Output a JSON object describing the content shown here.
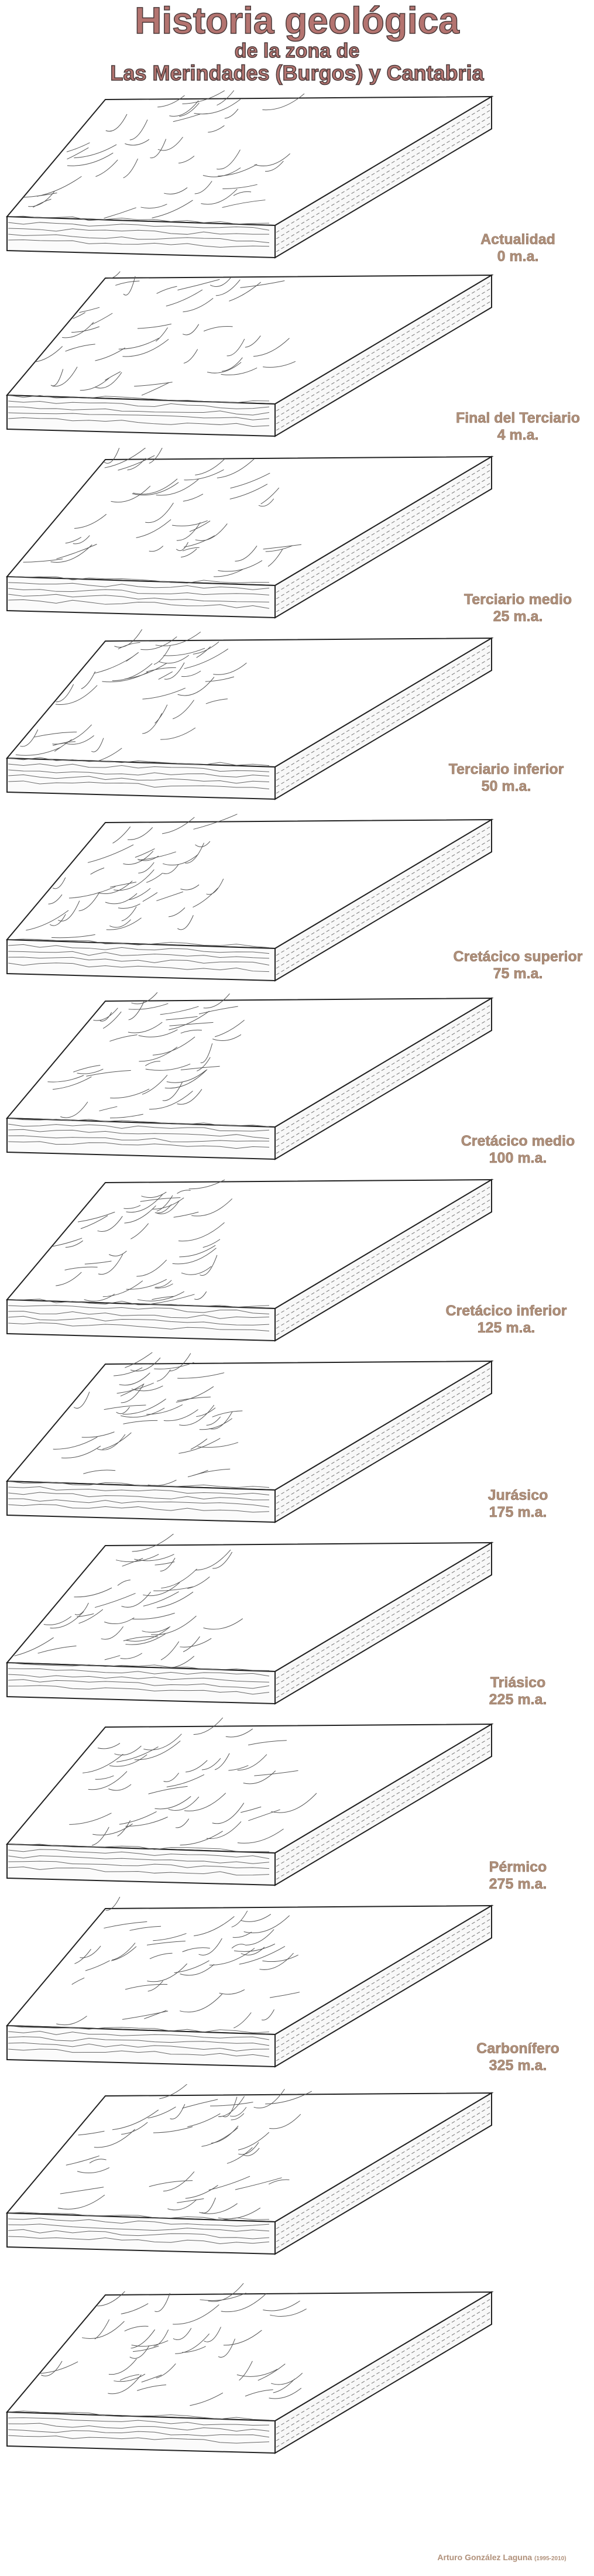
{
  "header": {
    "title": "Historia geológica",
    "subtitle_1": "de la zona de",
    "subtitle_2": "Las Merindades (Burgos) y Cantabria"
  },
  "stages": [
    {
      "name": "Actualidad",
      "age": "0 m.a."
    },
    {
      "name": "Final del Terciario",
      "age": "4 m.a."
    },
    {
      "name": "Terciario medio",
      "age": "25 m.a."
    },
    {
      "name": "Terciario inferior",
      "age": "50 m.a."
    },
    {
      "name": "Cretácico superior",
      "age": "75 m.a."
    },
    {
      "name": "Cretácico medio",
      "age": "100 m.a."
    },
    {
      "name": "Cretácico inferior",
      "age": "125 m.a."
    },
    {
      "name": "Jurásico",
      "age": "175 m.a."
    },
    {
      "name": "Triásico",
      "age": "225 m.a."
    },
    {
      "name": "Pérmico",
      "age": "275 m.a."
    },
    {
      "name": "Carbonífero",
      "age": "325 m.a."
    }
  ],
  "block_count": 13,
  "credit": {
    "author": "Arturo González Laguna",
    "years": "(1995-2010)"
  },
  "colors": {
    "title": "#b47470",
    "label": "#b0907a",
    "ink": "#222222"
  }
}
